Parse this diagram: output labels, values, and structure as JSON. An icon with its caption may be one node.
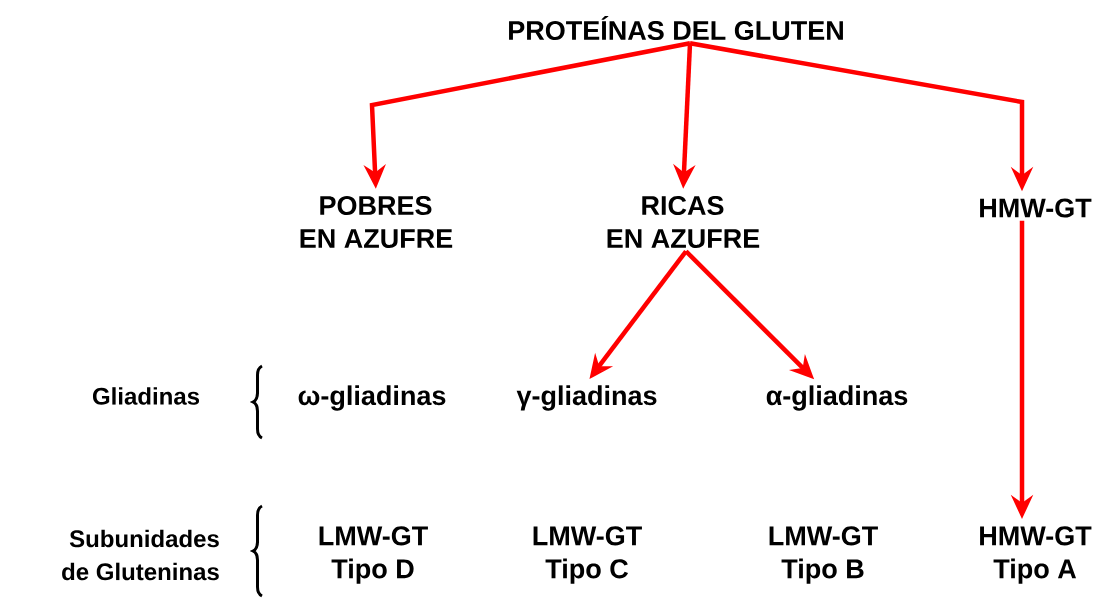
{
  "diagram": {
    "nodes": [
      {
        "text": [
          "PROTEÍNAS DEL GLUTEN"
        ]
      },
      {
        "text": [
          "POBRES EN AZUFRE"
        ]
      },
      {
        "text": [
          "RICAS EN AZUFRE"
        ]
      },
      {
        "text": [
          "HMW-GT"
        ]
      },
      {
        "text": [
          "ω-gliadinas"
        ]
      },
      {
        "text": [
          "γ-gliadinas"
        ]
      },
      {
        "text": [
          "α-gliadinas"
        ]
      },
      {
        "text": [
          "LMW-GT Tipo D"
        ]
      },
      {
        "text": [
          "LMW-GT Tipo C"
        ]
      },
      {
        "text": [
          "LMW-GT Tipo B"
        ]
      },
      {
        "text": [
          "HMW-GT Tipo A"
        ]
      }
    ],
    "edges": [
      {
        "from": 0,
        "to": 1,
        "arrow": "to"
      },
      {
        "from": 0,
        "to": 2,
        "arrow": "to"
      },
      {
        "from": 0,
        "to": 3,
        "arrow": "to"
      },
      {
        "from": 2,
        "to": 5,
        "arrow": "to"
      },
      {
        "from": 2,
        "to": 6,
        "arrow": "to"
      },
      {
        "from": 3,
        "to": 10,
        "arrow": "to"
      }
    ],
    "labels": [
      "Gliadinas",
      "Subunidades de Gluteninas"
    ]
  }
}
